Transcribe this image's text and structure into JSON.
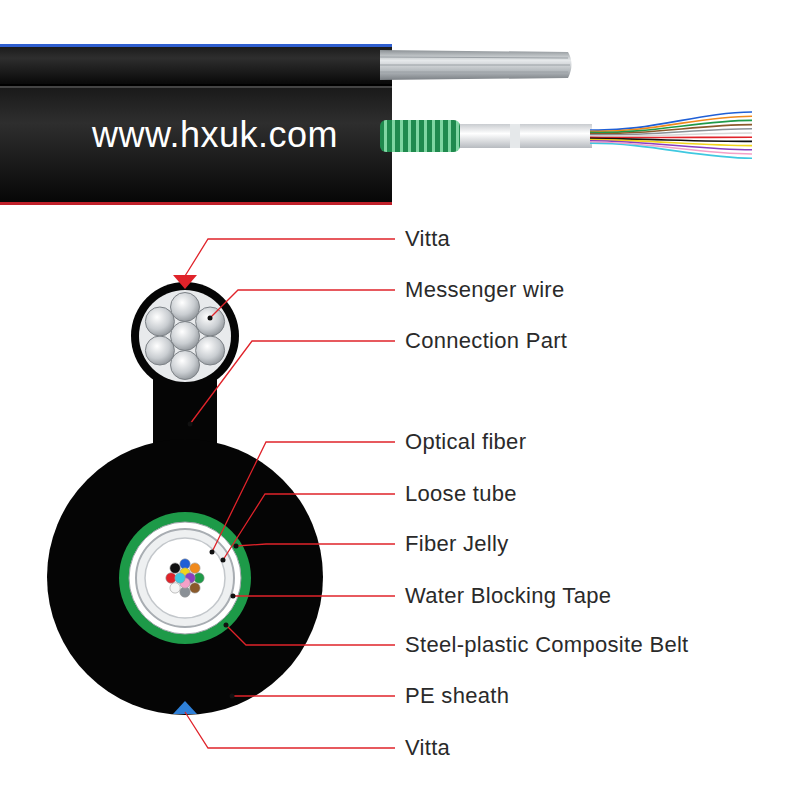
{
  "diagram": {
    "labels": [
      "www.hxuk.com",
      "Vitta",
      "Messenger wire",
      "Connection Part",
      "Optical fiber",
      "Loose tube",
      "Fiber Jelly",
      "Water Blocking Tape",
      "Steel-plastic Composite Belt",
      "PE sheath",
      "Vitta"
    ]
  }
}
